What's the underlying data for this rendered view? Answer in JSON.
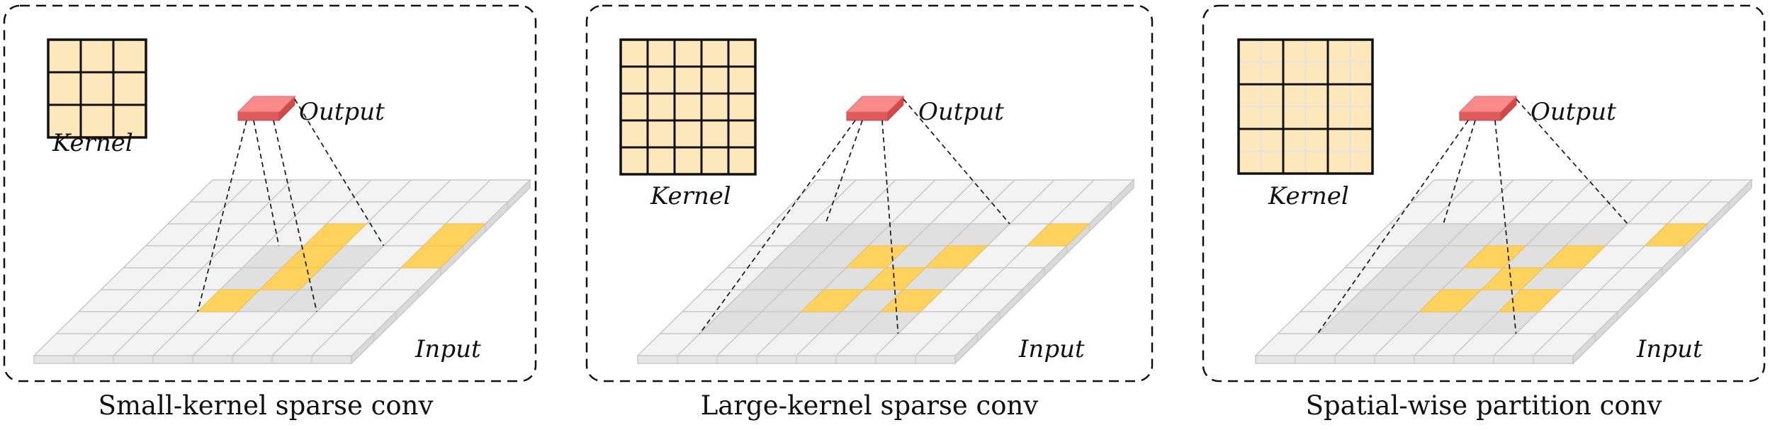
{
  "panels": [
    {
      "caption": "Small-kernel sparse conv",
      "kernel_label": "Kernel",
      "output_label": "Output",
      "input_label": "Input",
      "kernel_size": 3,
      "kernel_subgrid": 3,
      "input_grid": 8,
      "active_cells": [
        [
          2,
          4
        ],
        [
          2,
          7
        ],
        [
          3,
          4
        ],
        [
          4,
          4
        ],
        [
          3,
          7
        ],
        [
          5,
          3
        ]
      ],
      "window": {
        "row": 3,
        "col": 3,
        "size": 3
      }
    },
    {
      "caption": "Large-kernel sparse conv",
      "kernel_label": "Kernel",
      "output_label": "Output",
      "input_label": "Input",
      "kernel_size": 5,
      "kernel_subgrid": 5,
      "input_grid": 8,
      "active_cells": [
        [
          2,
          7
        ],
        [
          3,
          3
        ],
        [
          4,
          4
        ],
        [
          3,
          5
        ],
        [
          5,
          3
        ],
        [
          5,
          5
        ]
      ],
      "window": {
        "row": 2,
        "col": 1,
        "size": 5
      }
    },
    {
      "caption": "Spatial-wise partition conv",
      "kernel_label": "Kernel",
      "output_label": "Output",
      "input_label": "Input",
      "kernel_size": 3,
      "kernel_subgrid": 6,
      "input_grid": 8,
      "active_cells": [
        [
          2,
          7
        ],
        [
          3,
          3
        ],
        [
          4,
          4
        ],
        [
          3,
          5
        ],
        [
          5,
          3
        ],
        [
          5,
          5
        ]
      ],
      "window": {
        "row": 2,
        "col": 1,
        "size": 5
      }
    }
  ],
  "colors": {
    "kernel_fill": "#fde8bb",
    "kernel_line": "#111111",
    "grid_fill": "#f3f3f3",
    "grid_line": "#c8c8c8",
    "active_cell": "#fdd35d",
    "window_shade": "#cfcfcf",
    "output_top": "#f98a8a",
    "output_side": "#e05a5a",
    "dash": "#222222"
  }
}
